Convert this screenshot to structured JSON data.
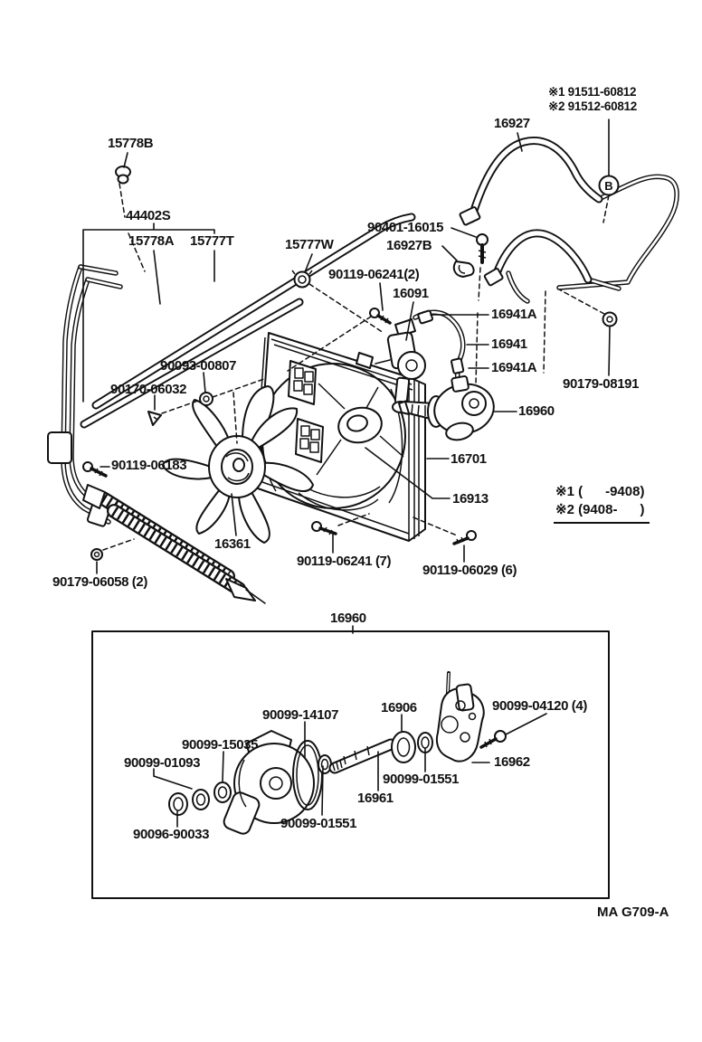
{
  "drawing": {
    "code": "MA G709-A",
    "circled_marker": "B",
    "legend": {
      "line1": "※1 91511-60812",
      "line2": "※2 91512-60812"
    },
    "footnote": {
      "line1": "※1 (      -9408)",
      "line2": "※2 (9408-      )"
    },
    "inset_title": "16960"
  },
  "labels": {
    "p16927": "16927",
    "p15778b": "15778B",
    "p44402s": "44402S",
    "p15778a": "15778A",
    "p15777t": "15777T",
    "p15777w": "15777W",
    "p90401_16015": "90401-16015",
    "p16927b": "16927B",
    "p90119_06241_2": "90119-06241(2)",
    "p16091": "16091",
    "p16941a_upper": "16941A",
    "p16941": "16941",
    "p16941a_lower": "16941A",
    "p90093_00807": "90093-00807",
    "p90170_06032": "90170-06032",
    "p90179_08191": "90179-08191",
    "p16960_main": "16960",
    "p16701": "16701",
    "p16913": "16913",
    "p90119_06183": "90119-06183",
    "p16361": "16361",
    "p90119_06241_7": "90119-06241 (7)",
    "p90119_06029_6": "90119-06029 (6)",
    "p90179_06058_2": "90179-06058 (2)",
    "p90099_14107": "90099-14107",
    "p16906": "16906",
    "p90099_04120_4": "90099-04120 (4)",
    "p90099_15035": "90099-15035",
    "p90099_01093": "90099-01093",
    "p16962": "16962",
    "p90099_01551_side": "90099-01551",
    "p16961": "16961",
    "p90099_01551_lower": "90099-01551",
    "p90096_90033": "90096-90033"
  }
}
